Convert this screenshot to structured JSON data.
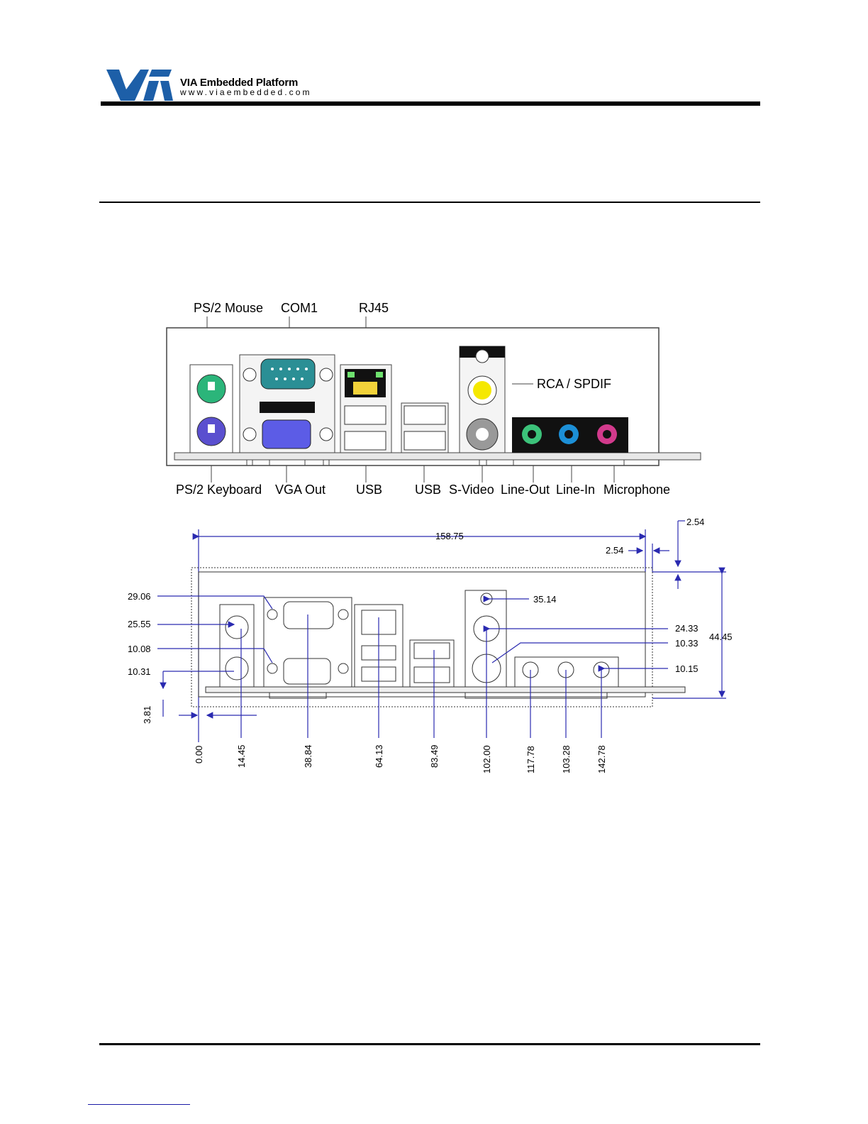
{
  "header": {
    "brand_title": "VIA Embedded Platform",
    "brand_url": "www.viaembedded.com"
  },
  "figure_top": {
    "labels_top": [
      "PS/2 Mouse",
      "COM1",
      "RJ45"
    ],
    "label_side": "RCA / SPDIF",
    "labels_bottom": [
      "PS/2 Keyboard",
      "VGA Out",
      "USB",
      "USB",
      "S-Video",
      "Line-Out",
      "Line-In",
      "Microphone"
    ],
    "colors": {
      "ps2_mouse": "#2bb57a",
      "ps2_keyboard": "#5a4fcf",
      "com1": "#2b8f95",
      "vga": "#5c5ce6",
      "rca": "#f5e800",
      "line_out": "#3cc27a",
      "line_in": "#1c8fd6",
      "microphone": "#d23a8c"
    }
  },
  "figure_bottom": {
    "width_total": "158.75",
    "offset_left": "2.54",
    "offset_top": "2.54",
    "height_total": "44.45",
    "left_dims": [
      "29.06",
      "25.55",
      "10.08",
      "10.31",
      "3.81"
    ],
    "right_dims": [
      "35.14",
      "24.33",
      "10.33",
      "10.15"
    ],
    "x_dims": [
      "0.00",
      "14.45",
      "38.84",
      "64.13",
      "83.49",
      "102.00",
      "117.78",
      "103.28",
      "142.78"
    ]
  }
}
